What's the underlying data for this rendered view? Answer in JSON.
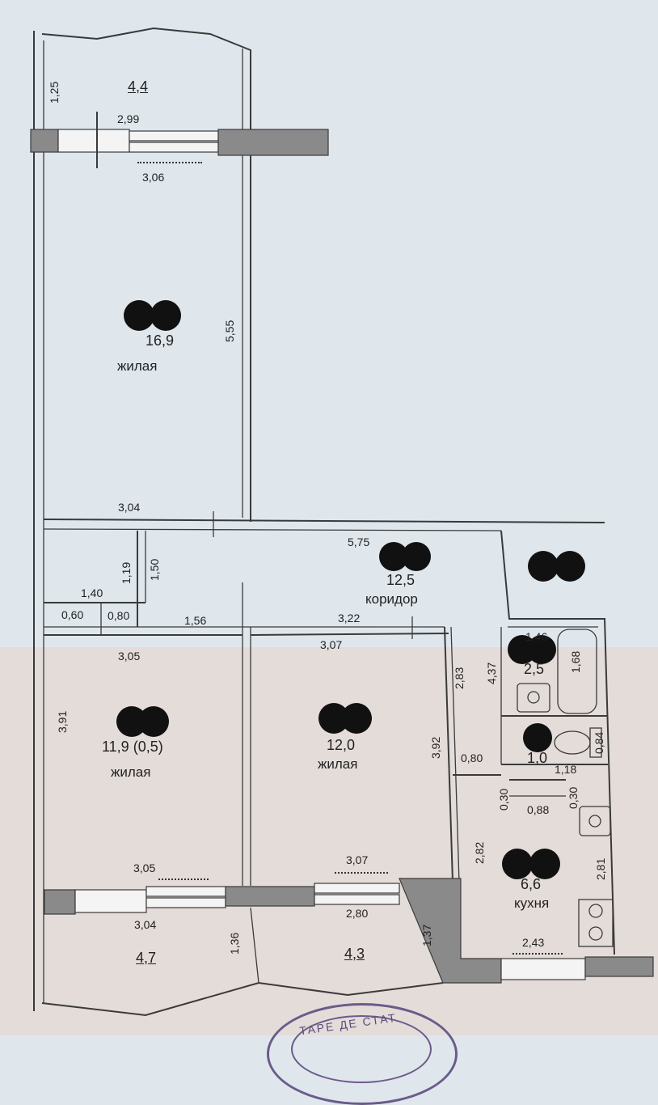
{
  "rooms": {
    "balcony_top": {
      "area": "4,4"
    },
    "living_top": {
      "area": "16,9",
      "name": "жилая"
    },
    "corridor": {
      "area": "12,5",
      "name": "коридор"
    },
    "living_left": {
      "area": "11,9 (0,5)",
      "name": "жилая"
    },
    "living_mid": {
      "area": "12,0",
      "name": "жилая"
    },
    "bath": {
      "area": "2,5"
    },
    "wc": {
      "area": "1,0"
    },
    "kitchen": {
      "area": "6,6",
      "name": "кухня"
    },
    "balcony_left": {
      "area": "4,7"
    },
    "balcony_mid": {
      "area": "4,3"
    }
  },
  "dimensions": {
    "d_1_25": "1,25",
    "d_2_99": "2,99",
    "d_3_06": "3,06",
    "d_5_55": "5,55",
    "d_3_04_top": "3,04",
    "d_5_75": "5,75",
    "d_1_19": "1,19",
    "d_1_50": "1,50",
    "d_1_40": "1,40",
    "d_0_60": "0,60",
    "d_0_80_left": "0,80",
    "d_1_56": "1,56",
    "d_3_22": "3,22",
    "d_3_05_top": "3,05",
    "d_3_07_top": "3,07",
    "d_2_83": "2,83",
    "d_4_37": "4,37",
    "d_1_46": "1,46",
    "d_1_68": "1,68",
    "d_3_91": "3,91",
    "d_3_92": "3,92",
    "d_0_80_wc": "0,80",
    "d_1_18": "1,18",
    "d_0_84": "0,84",
    "d_0_30_left": "0,30",
    "d_0_30_right": "0,30",
    "d_0_88": "0,88",
    "d_2_82": "2,82",
    "d_2_81": "2,81",
    "d_3_05_bottom": "3,05",
    "d_3_07_bottom": "3,07",
    "d_3_04_bottom": "3,04",
    "d_1_36": "1,36",
    "d_2_80": "2,80",
    "d_1_37": "1,37",
    "d_2_43": "2,43"
  },
  "stamp": {
    "text_top": "ТАРЕ ДЕ СТАТ"
  }
}
